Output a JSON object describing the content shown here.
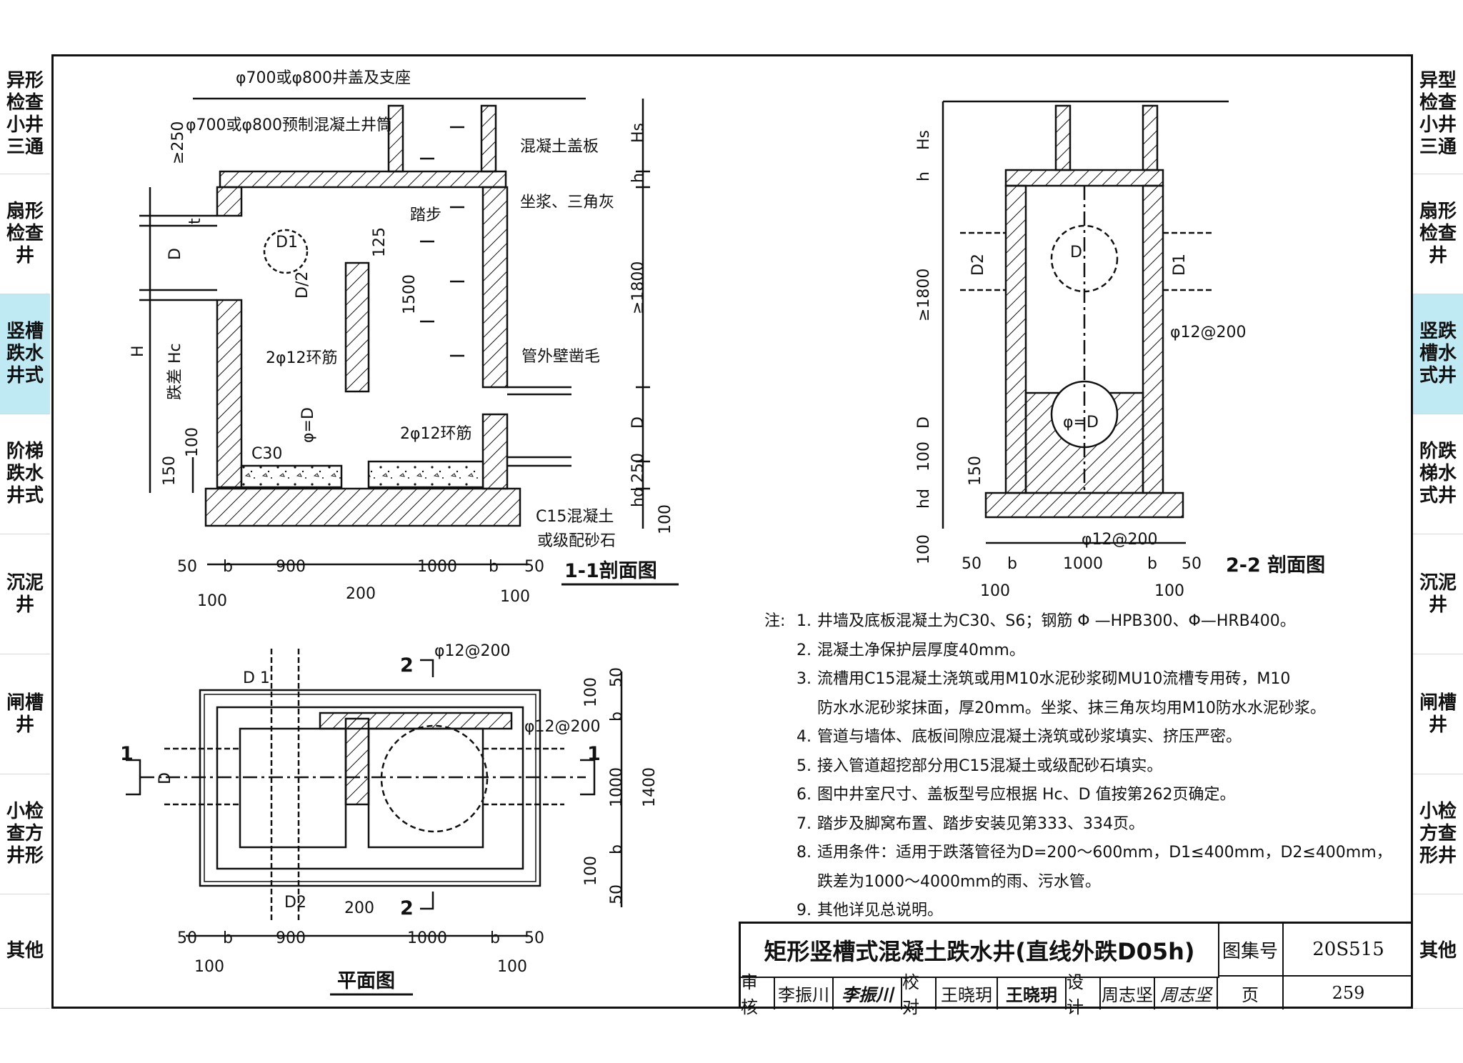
{
  "side_tabs": {
    "left": [
      {
        "label": "异形检查小井三通",
        "active": false
      },
      {
        "label": "扇形检查井",
        "active": false
      },
      {
        "label": "竖槽跌水井式",
        "active": true
      },
      {
        "label": "阶梯跌水井式",
        "active": false
      },
      {
        "label": "沉泥井",
        "active": false
      },
      {
        "label": "闸槽井",
        "active": false
      },
      {
        "label": "小检查方井形",
        "active": false
      },
      {
        "label": "其他",
        "active": false
      }
    ],
    "right": [
      {
        "label": "异型检查小井三通",
        "active": false
      },
      {
        "label": "扇形检查井",
        "active": false
      },
      {
        "label": "竖跌槽水式井",
        "active": true
      },
      {
        "label": "阶跌梯水式井",
        "active": false
      },
      {
        "label": "沉泥井",
        "active": false
      },
      {
        "label": "闸槽井",
        "active": false
      },
      {
        "label": "小检方查形井",
        "active": false
      },
      {
        "label": "其他",
        "active": false
      }
    ]
  },
  "section_1_1": {
    "title": "1-1剖面图",
    "labels": {
      "cover": "φ700或φ800井盖及支座",
      "shaft": "φ700或φ800预制混凝土井筒",
      "cover_slab": "混凝土盖板",
      "mortar": "坐浆、三角灰",
      "step": "踏步",
      "ring_bar_1": "2φ12环筋",
      "ring_bar_2": "2φ12环筋",
      "chisel": "管外壁凿毛",
      "c30": "C30",
      "c15": "C15混凝土",
      "gravel": "或级配砂石",
      "drop": "跌差 Hc",
      "H": "H"
    },
    "dims": {
      "ge250": "≥250",
      "Hs": "Hs",
      "h": "h",
      "ge1800": "≥1800",
      "D_right": "D",
      "d250": "250",
      "hd": "hd",
      "d100r": "100",
      "d125": "125",
      "d1500": "1500",
      "D_left": "D",
      "t": "t",
      "D1": "D1",
      "Dhalf": "D/2",
      "phiD": "φ=D",
      "d100l": "100",
      "d150l": "150"
    },
    "bottom_dims": [
      "50",
      "b",
      "900",
      "1000",
      "b",
      "50"
    ],
    "bottom_dims2": [
      "100",
      "200",
      "100"
    ]
  },
  "section_2_2": {
    "title": "2-2 剖面图",
    "dims": {
      "Hs": "Hs",
      "h": "h",
      "ge1800": "≥1800",
      "D": "D",
      "d100": "100",
      "d150": "150",
      "hd": "hd",
      "d100b": "100",
      "D2": "D2",
      "D1": "D1",
      "Dp": "D'",
      "phiD": "φ=D"
    },
    "rebar_1": "φ12@200",
    "rebar_2": "φ12@200",
    "bottom_dims": [
      "50",
      "b",
      "1000",
      "b",
      "50"
    ],
    "bottom_dims2": [
      "100",
      "100"
    ]
  },
  "plan": {
    "title": "平面图",
    "rebar_1": "φ12@200",
    "rebar_2": "φ12@200",
    "cut_1": "1",
    "cut_2": "2",
    "dims_right": [
      "50",
      "100",
      "b",
      "1000",
      "b",
      "100",
      "50"
    ],
    "dim_1400": "1400",
    "D1": "D 1",
    "D2": "D2",
    "D": "D",
    "dim_200": "200",
    "bottom_dims": [
      "50",
      "b",
      "900",
      "1000",
      "b",
      "50"
    ],
    "bottom_dims2": [
      "100",
      "100"
    ]
  },
  "notes": {
    "head": "注:",
    "items": [
      {
        "num": "1.",
        "text": "井墙及底板混凝土为C30、S6；钢筋 Φ —HPB300、Φ—HRB400。"
      },
      {
        "num": "2.",
        "text": "混凝土净保护层厚度40mm。"
      },
      {
        "num": "3.",
        "text": "流槽用C15混凝土浇筑或用M10水泥砂浆砌MU10流槽专用砖，M10"
      },
      {
        "num": "",
        "text": "防水水泥砂浆抹面，厚20mm。坐浆、抹三角灰均用M10防水水泥砂浆。"
      },
      {
        "num": "4.",
        "text": "管道与墙体、底板间隙应混凝土浇筑或砂浆填实、挤压严密。"
      },
      {
        "num": "5.",
        "text": "接入管道超挖部分用C15混凝土或级配砂石填实。"
      },
      {
        "num": "6.",
        "text": "图中井室尺寸、盖板型号应根据 Hc、D 值按第262页确定。"
      },
      {
        "num": "7.",
        "text": "踏步及脚窝布置、踏步安装见第333、334页。"
      },
      {
        "num": "8.",
        "text": "适用条件：适用于跌落管径为D=200～600mm，D1≤400mm，D2≤400mm，"
      },
      {
        "num": "",
        "text": "跌差为1000～4000mm的雨、污水管。"
      },
      {
        "num": "9.",
        "text": "其他详见总说明。"
      }
    ]
  },
  "title_block": {
    "title": "矩形竖槽式混凝土跌水井(直线外跌D05h)",
    "atlas_label": "图集号",
    "atlas_no": "20S515",
    "page_label": "页",
    "page_no": "259",
    "review_label": "审核",
    "reviewer": "李振川",
    "reviewer_sign": "李振川",
    "check_label": "校对",
    "checker": "王晓玥",
    "checker_sign": "王晓玥",
    "design_label": "设计",
    "designer": "周志坚",
    "designer_sign": "周志坚"
  }
}
